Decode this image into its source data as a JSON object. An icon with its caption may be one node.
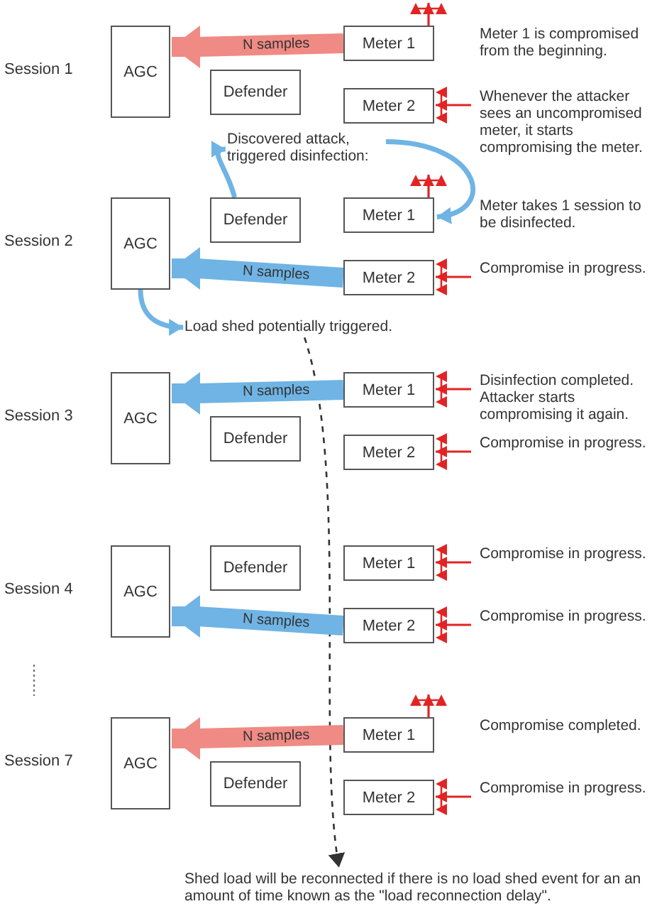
{
  "diagram": {
    "nodes": [
      {
        "text": [
          "AGC"
        ],
        "beside": [
          "Session 1"
        ]
      },
      {
        "text": [
          "Defender"
        ]
      },
      {
        "text": [
          "Meter 1"
        ],
        "beside": [
          "Meter 1 is compromised from the beginning."
        ]
      },
      {
        "text": [
          "Meter 2"
        ],
        "beside": [
          "Whenever the attacker sees an uncompromised meter, it starts compromising the meter."
        ]
      },
      {
        "text": [
          "Discovered attack, triggered disinfection:"
        ]
      },
      {
        "text": [
          "AGC"
        ],
        "beside": [
          "Session 2"
        ]
      },
      {
        "text": [
          "Defender"
        ]
      },
      {
        "text": [
          "Meter 1"
        ],
        "beside": [
          "Meter takes 1 session to be disinfected."
        ]
      },
      {
        "text": [
          "Meter 2"
        ],
        "beside": [
          "Compromise in progress."
        ]
      },
      {
        "text": [
          "Load shed potentially triggered."
        ]
      },
      {
        "text": [
          "AGC"
        ],
        "beside": [
          "Session 3"
        ]
      },
      {
        "text": [
          "Defender"
        ]
      },
      {
        "text": [
          "Meter 1"
        ],
        "beside": [
          "Disinfection completed. Attacker starts compromising it again."
        ]
      },
      {
        "text": [
          "Meter 2"
        ],
        "beside": [
          "Compromise in progress."
        ]
      },
      {
        "text": [
          "AGC"
        ],
        "beside": [
          "Session 4"
        ]
      },
      {
        "text": [
          "Defender"
        ]
      },
      {
        "text": [
          "Meter 1"
        ],
        "beside": [
          "Compromise in progress."
        ]
      },
      {
        "text": [
          "Meter 2"
        ],
        "beside": [
          "Compromise in progress."
        ]
      },
      {
        "text": [
          "AGC"
        ],
        "beside": [
          "Session 7"
        ]
      },
      {
        "text": [
          "Defender"
        ]
      },
      {
        "text": [
          "Meter 1"
        ],
        "beside": [
          "Compromise completed."
        ]
      },
      {
        "text": [
          "Meter 2"
        ],
        "beside": [
          "Compromise in progress."
        ]
      },
      {
        "text": [
          "Shed load will be reconnected if there is no load shed event for an an amount of time known as the \"load reconnection delay\"."
        ]
      }
    ],
    "edges": [
      {
        "from": 2,
        "to": 0,
        "arrow": "to",
        "label": "N samples",
        "style": "thick",
        "color": "#f08a84"
      },
      {
        "from": 2,
        "to": null,
        "arrow": "to"
      },
      {
        "from": null,
        "to": 3,
        "arrow": "to"
      },
      {
        "from": 6,
        "to": 4,
        "arrow": "to",
        "style": "thick",
        "color": "#6fb4e4"
      },
      {
        "from": 4,
        "to": 7,
        "arrow": "to",
        "style": "thick",
        "color": "#6fb4e4"
      },
      {
        "from": 7,
        "to": null,
        "arrow": "to"
      },
      {
        "from": 8,
        "to": 5,
        "arrow": "to",
        "label": "N samples",
        "style": "thick",
        "color": "#6fb4e4"
      },
      {
        "from": null,
        "to": 8,
        "arrow": "to"
      },
      {
        "from": 5,
        "to": 9,
        "arrow": "to",
        "style": "thick",
        "color": "#6fb4e4"
      },
      {
        "from": 9,
        "to": 22,
        "arrow": "to",
        "style": "dashed",
        "color": "#333333"
      },
      {
        "from": 12,
        "to": 10,
        "arrow": "to",
        "label": "N samples",
        "style": "thick",
        "color": "#6fb4e4"
      },
      {
        "from": null,
        "to": 12,
        "arrow": "to"
      },
      {
        "from": null,
        "to": 13,
        "arrow": "to"
      },
      {
        "from": 17,
        "to": 14,
        "arrow": "to",
        "label": "N samples",
        "style": "thick",
        "color": "#6fb4e4"
      },
      {
        "from": null,
        "to": 16,
        "arrow": "to"
      },
      {
        "from": null,
        "to": 17,
        "arrow": "to"
      },
      {
        "from": 20,
        "to": 18,
        "arrow": "to",
        "label": "N samples",
        "style": "thick",
        "color": "#f08a84"
      },
      {
        "from": 20,
        "to": null,
        "arrow": "to"
      },
      {
        "from": null,
        "to": 21,
        "arrow": "to"
      }
    ]
  }
}
